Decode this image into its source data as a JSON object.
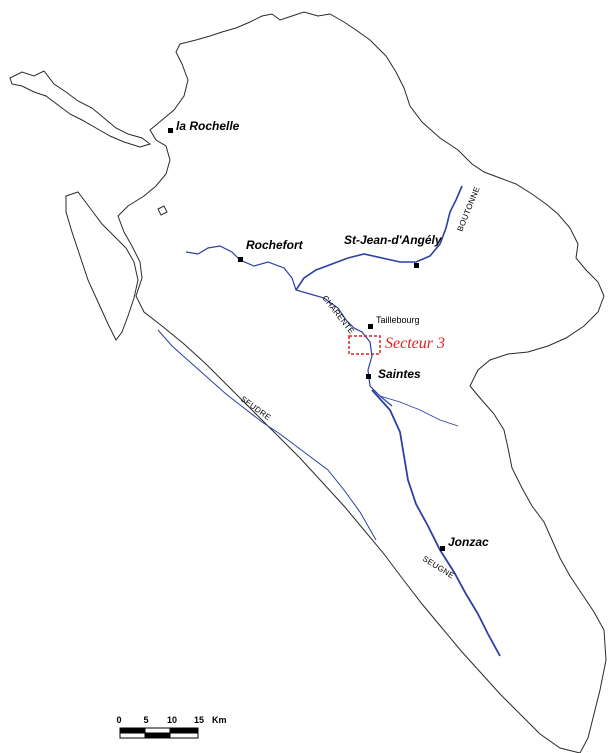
{
  "colors": {
    "coast": "#2a2a2a",
    "river": "#2b3fa6",
    "sector": "#e02020",
    "town": "#000000"
  },
  "cities": {
    "la_rochelle": "la Rochelle",
    "rochefort": "Rochefort",
    "st_jean": "St-Jean-d'Angély",
    "taillebourg": "Taillebourg",
    "saintes": "Saintes",
    "jonzac": "Jonzac"
  },
  "rivers": {
    "boutonne": "BOUTONNE",
    "charente": "CHARENTE",
    "seudre": "SEUDRE",
    "seugne": "SEUGNE"
  },
  "sector_label": "Secteur 3",
  "scale": {
    "ticks": [
      "0",
      "5",
      "10",
      "15"
    ],
    "unit": "Km"
  }
}
